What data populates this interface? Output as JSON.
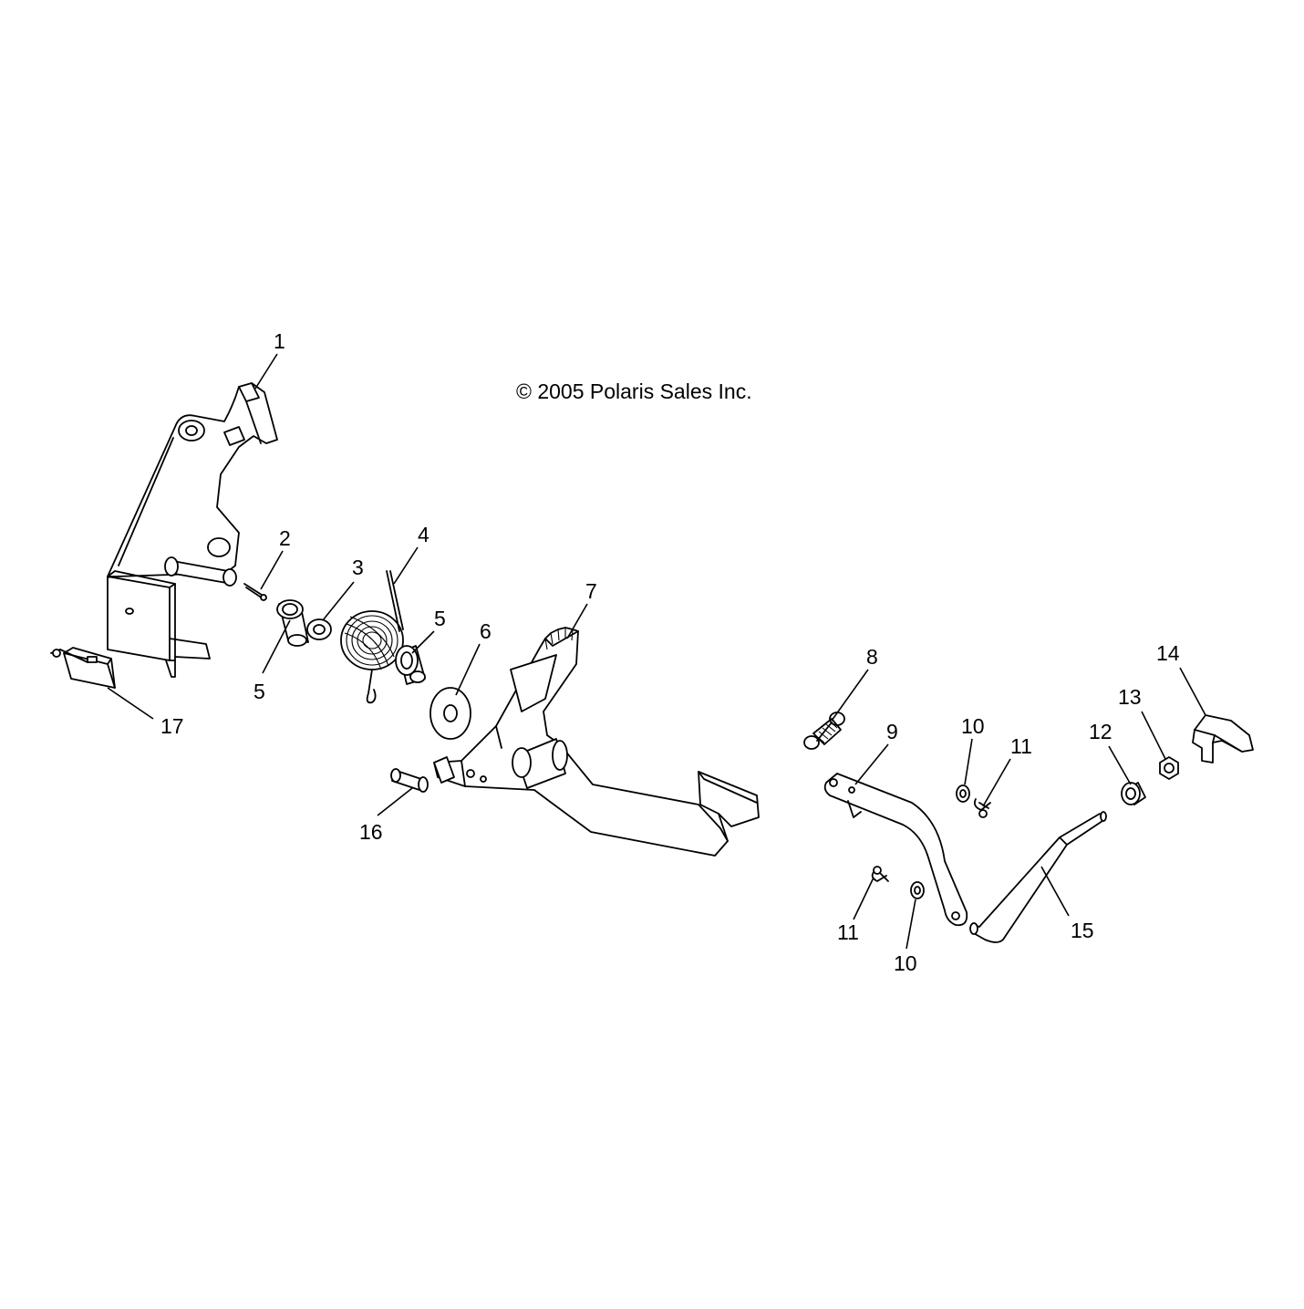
{
  "copyright": "© 2005 Polaris Sales Inc.",
  "callouts": [
    {
      "id": "1",
      "label": "1"
    },
    {
      "id": "2",
      "label": "2"
    },
    {
      "id": "3",
      "label": "3"
    },
    {
      "id": "4",
      "label": "4"
    },
    {
      "id": "5a",
      "label": "5"
    },
    {
      "id": "5b",
      "label": "5"
    },
    {
      "id": "6",
      "label": "6"
    },
    {
      "id": "7",
      "label": "7"
    },
    {
      "id": "8",
      "label": "8"
    },
    {
      "id": "9",
      "label": "9"
    },
    {
      "id": "10a",
      "label": "10"
    },
    {
      "id": "10b",
      "label": "10"
    },
    {
      "id": "11a",
      "label": "11"
    },
    {
      "id": "11b",
      "label": "11"
    },
    {
      "id": "12",
      "label": "12"
    },
    {
      "id": "13",
      "label": "13"
    },
    {
      "id": "14",
      "label": "14"
    },
    {
      "id": "15",
      "label": "15"
    },
    {
      "id": "16",
      "label": "16"
    },
    {
      "id": "17",
      "label": "17"
    }
  ]
}
